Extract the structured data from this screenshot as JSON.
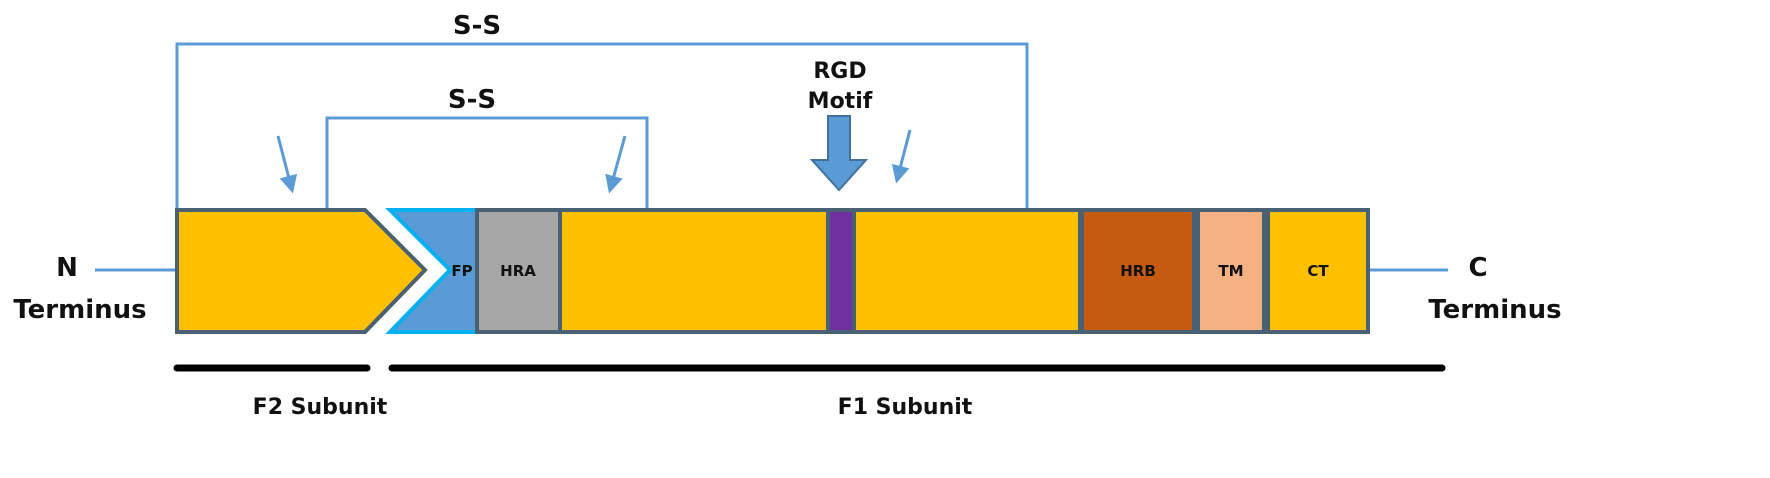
{
  "labels": {
    "n_terminus_line1": "N",
    "n_terminus_line2": "Terminus",
    "c_terminus_line1": "C",
    "c_terminus_line2": "Terminus",
    "ss_outer": "S-S",
    "ss_inner": "S-S",
    "rgd_line1": "RGD",
    "rgd_line2": "Motif",
    "fp": "FP",
    "hra": "HRA",
    "hrb": "HRB",
    "tm": "TM",
    "ct": "CT",
    "f2_subunit": "F2 Subunit",
    "f1_subunit": "F1 Subunit"
  },
  "colors": {
    "domain_fill": "#FFC000",
    "domain_border": "#4A6173",
    "fp": "#5B9BD5",
    "fp_border": "#00B0F0",
    "hra": "#A6A6A6",
    "hrb": "#C55A11",
    "tm": "#F4B183",
    "rgd_band": "#7030A0",
    "bracket": "#5B9BD5",
    "arrow": "#5B9BD5",
    "subunit_bar": "#000000"
  },
  "icons": [
    "cleavage-arrow-icon",
    "rgd-block-arrow-icon"
  ]
}
